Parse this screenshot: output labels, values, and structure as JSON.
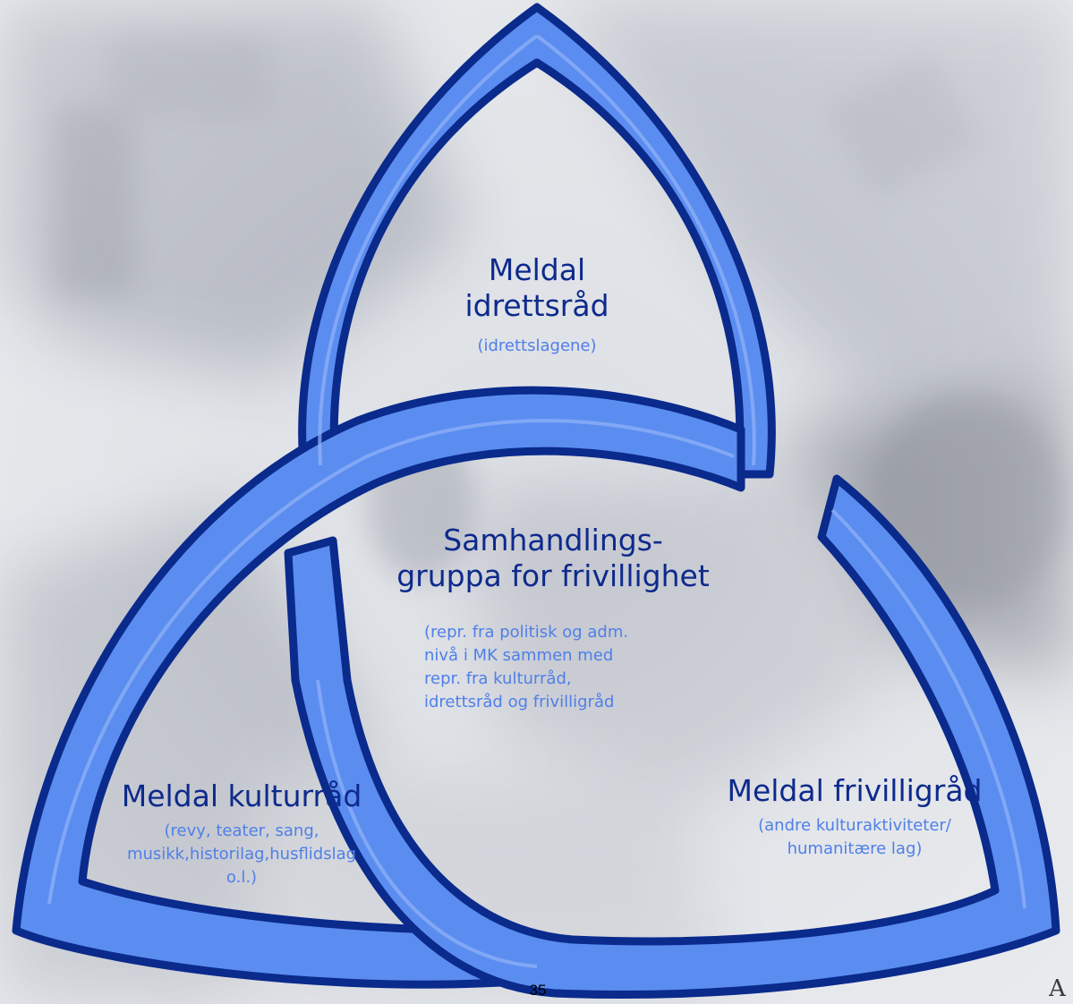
{
  "colors": {
    "ring_fill": "#5b8df0",
    "ring_outline": "#0a2a8c",
    "title_text": "#0d2a8c",
    "sub_text": "#4f7fe8",
    "background_photo": "#c9ccd4"
  },
  "background": {
    "icon": "blurred-monochrome-photo"
  },
  "diagram": {
    "top": {
      "title_line1": "Meldal",
      "title_line2": "idrettsråd",
      "sub_line1": "(idrettslagene)"
    },
    "center": {
      "title_line1": "Samhandlings-",
      "title_line2": "gruppa for frivillighet",
      "sub_line1": "(repr. fra politisk og adm.",
      "sub_line2": "nivå i MK sammen med",
      "sub_line3": "repr. fra kulturråd,",
      "sub_line4": "idrettsråd og frivilligråd"
    },
    "left": {
      "title_line1": "Meldal kulturråd",
      "sub_line1": "(revy, teater, sang,",
      "sub_line2": "musikk,historilag,husflidslag",
      "sub_line3": "o.l.)"
    },
    "right": {
      "title_line1": "Meldal frivilligråd",
      "sub_line1": "(andre kulturaktiviteter/",
      "sub_line2": "humanitære lag)"
    }
  },
  "footer": {
    "page_number": "35"
  }
}
